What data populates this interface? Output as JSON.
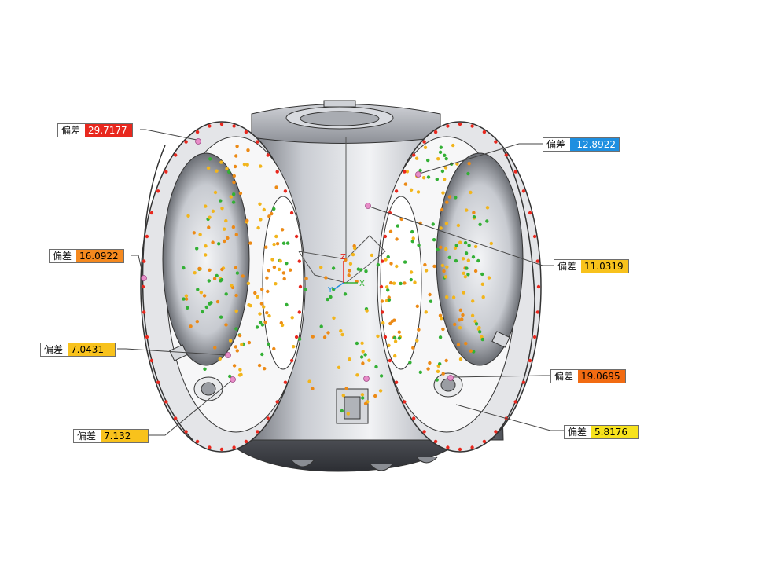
{
  "callouts": [
    {
      "id": "c1",
      "label": "偏差",
      "value": "29.7177",
      "color": "#e8281e",
      "text_color": "#ffffff"
    },
    {
      "id": "c2",
      "label": "偏差",
      "value": "-12.8922",
      "color": "#1e8fe0",
      "text_color": "#ffffff"
    },
    {
      "id": "c3",
      "label": "偏差",
      "value": "16.0922",
      "color": "#f5891e",
      "text_color": "#000000"
    },
    {
      "id": "c4",
      "label": "偏差",
      "value": "11.0319",
      "color": "#f8c21c",
      "text_color": "#000000"
    },
    {
      "id": "c5",
      "label": "偏差",
      "value": "7.0431",
      "color": "#f8c21c",
      "text_color": "#000000"
    },
    {
      "id": "c6",
      "label": "偏差",
      "value": "19.0695",
      "color": "#f26b12",
      "text_color": "#000000"
    },
    {
      "id": "c7",
      "label": "偏差",
      "value": "7.132",
      "color": "#f8c21c",
      "text_color": "#000000"
    },
    {
      "id": "c8",
      "label": "偏差",
      "value": "5.8176",
      "color": "#f7e21c",
      "text_color": "#000000"
    }
  ],
  "axis_triad": {
    "x": "X",
    "y": "Y",
    "z": "Z"
  },
  "colors": {
    "point_yellow": "#f2b51c",
    "point_orange": "#ec8a16",
    "point_green": "#33b035",
    "point_red": "#e8281e",
    "part_edge": "#3a3a3a"
  }
}
